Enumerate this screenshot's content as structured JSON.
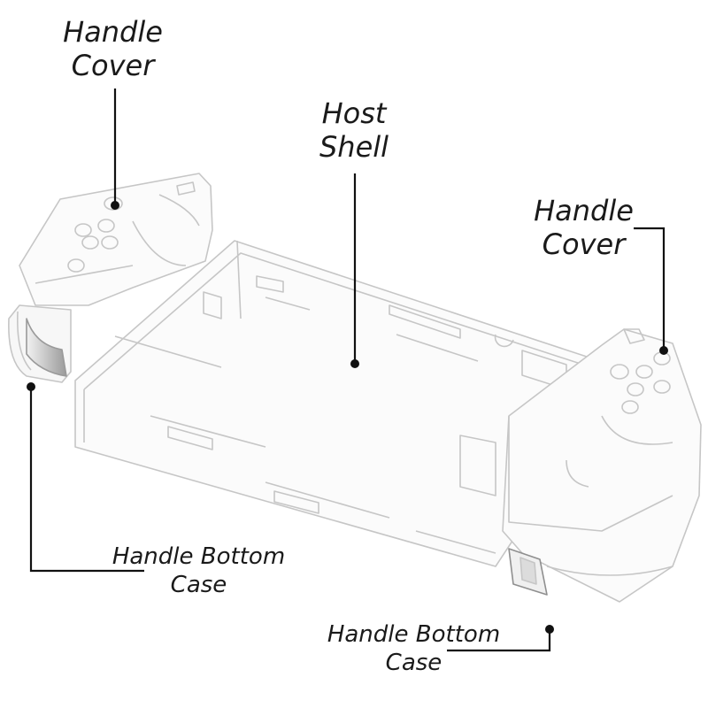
{
  "labels": {
    "handle_cover_left": {
      "line1": "Handle",
      "line2": "Cover"
    },
    "host_shell": {
      "line1": "Host",
      "line2": "Shell"
    },
    "handle_cover_right": {
      "line1": "Handle",
      "line2": "Cover"
    },
    "handle_bottom_left": {
      "line1": "Handle Bottom",
      "line2": "Case"
    },
    "handle_bottom_right": {
      "line1": "Handle Bottom",
      "line2": "Case"
    }
  },
  "colors": {
    "text": "#1a1a1a",
    "leader": "#111111",
    "outline": "#c6c6c6",
    "grip": "#9a9a9a"
  }
}
